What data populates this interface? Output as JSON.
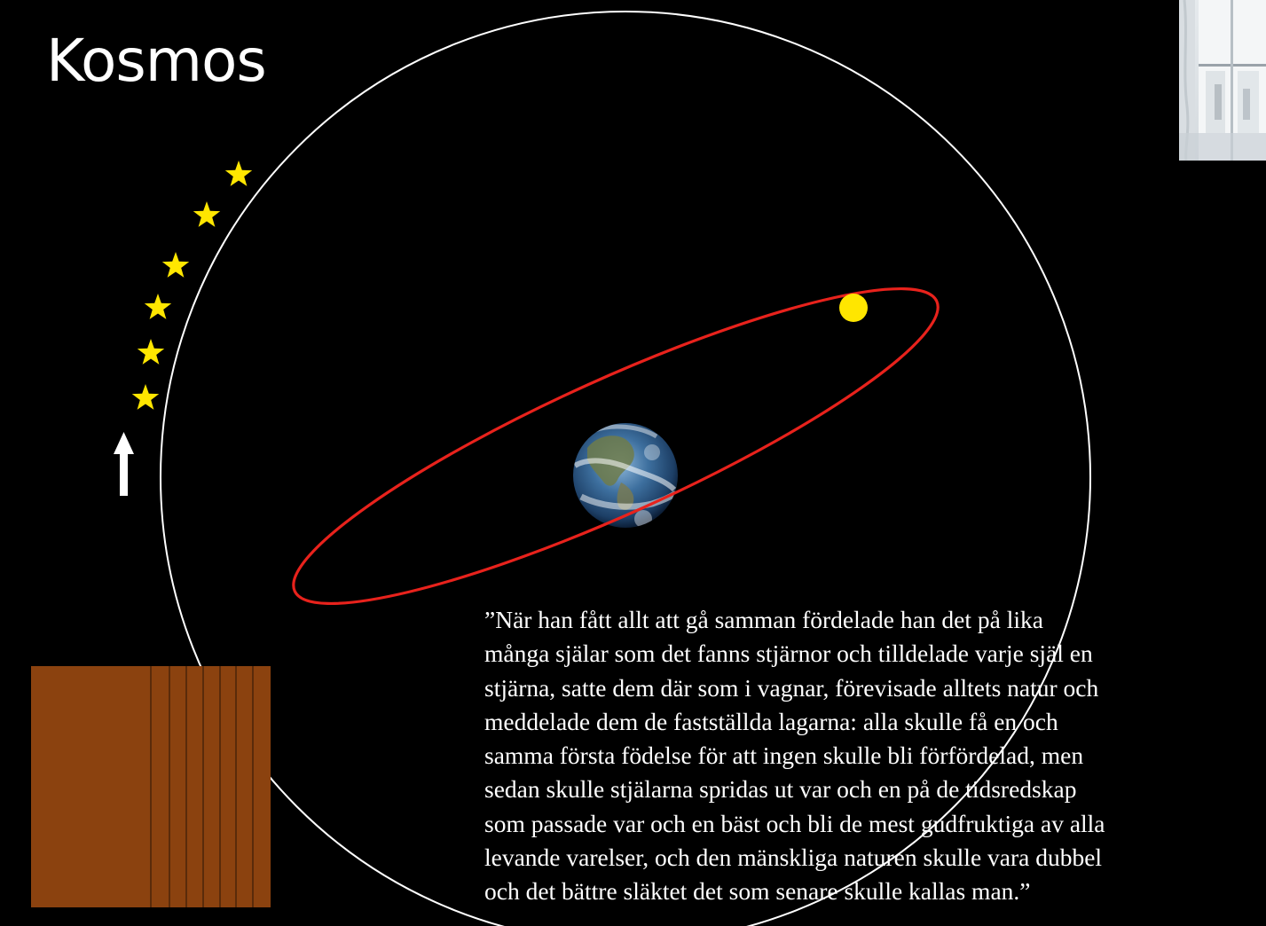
{
  "slide": {
    "title": "Kosmos"
  },
  "quote": {
    "lines": [
      "”När han fått allt att gå samman fördelade han det på lika",
      "många själar som det fanns stjärnor och tilldelade varje själ en",
      "stjärna, satte dem där som i vagnar, förevisade alltets natur och",
      "meddelade dem de fastställda lagarna: alla skulle få en och",
      "samma första födelse för att ingen skulle bli förfördelad, men",
      "sedan skulle stjälarna spridas ut var och en på de tidsredskap",
      "som passade var och en bäst och bli de mest gudfruktiga av alla",
      "levande varelser, och den mänskliga naturen skulle vara dubbel",
      "och det bättre släktet det som senare skulle kallas man.”"
    ]
  },
  "colors": {
    "background": "#000000",
    "cosmos_circle": "#ffffff",
    "orbit": "#e8221c",
    "sun": "#ffe600",
    "stars": "#ffe600",
    "block": "#8b420f",
    "arrow": "#ffffff"
  },
  "icons": {
    "sun": "sun-icon",
    "earth": "earth-icon",
    "star": "star-icon",
    "arrow": "up-arrow-icon"
  }
}
